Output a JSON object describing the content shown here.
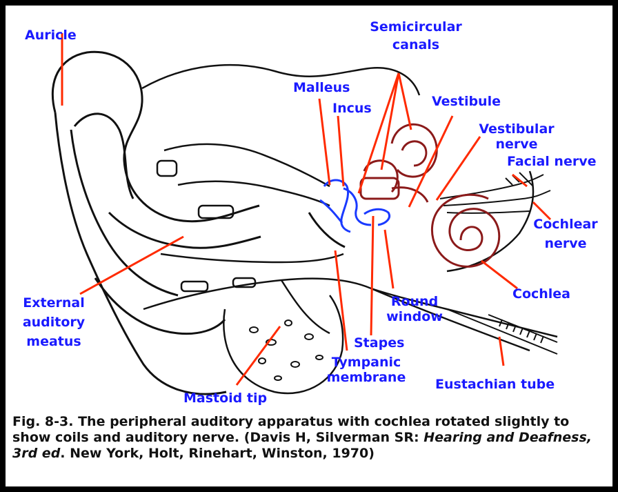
{
  "labels": {
    "auricle": "Auricle",
    "semicircular": [
      "Semicircular",
      "canals"
    ],
    "malleus": "Malleus",
    "incus": "Incus",
    "vestibule": "Vestibule",
    "vestibular_nerve": [
      "Vestibular",
      "nerve"
    ],
    "facial_nerve": "Facial nerve",
    "cochlear_nerve": [
      "Cochlear",
      "nerve"
    ],
    "external_meatus": [
      "External",
      "auditory",
      "meatus"
    ],
    "round_window": [
      "Round",
      "window"
    ],
    "cochlea": "Cochlea",
    "stapes": "Stapes",
    "tympanic_membrane": [
      "Tympanic",
      "membrane"
    ],
    "eustachian_tube": "Eustachian tube",
    "mastoid_tip": "Mastoid tip"
  },
  "caption": {
    "part1": "Fig. 8-3. The peripheral auditory apparatus with cochlea rotated slightly to show coils and auditory nerve. (Davis H, Silverman SR: ",
    "italic": "Hearing and Deafness, 3rd ed",
    "part2": ". New York, Holt, Rinehart, Winston, 1970)"
  },
  "colors": {
    "label": "#1a1aff",
    "leader": "#ff2a00",
    "ossicles": "#1a3aff",
    "inner_ear": "#8b1a1a",
    "outline": "#111111"
  }
}
